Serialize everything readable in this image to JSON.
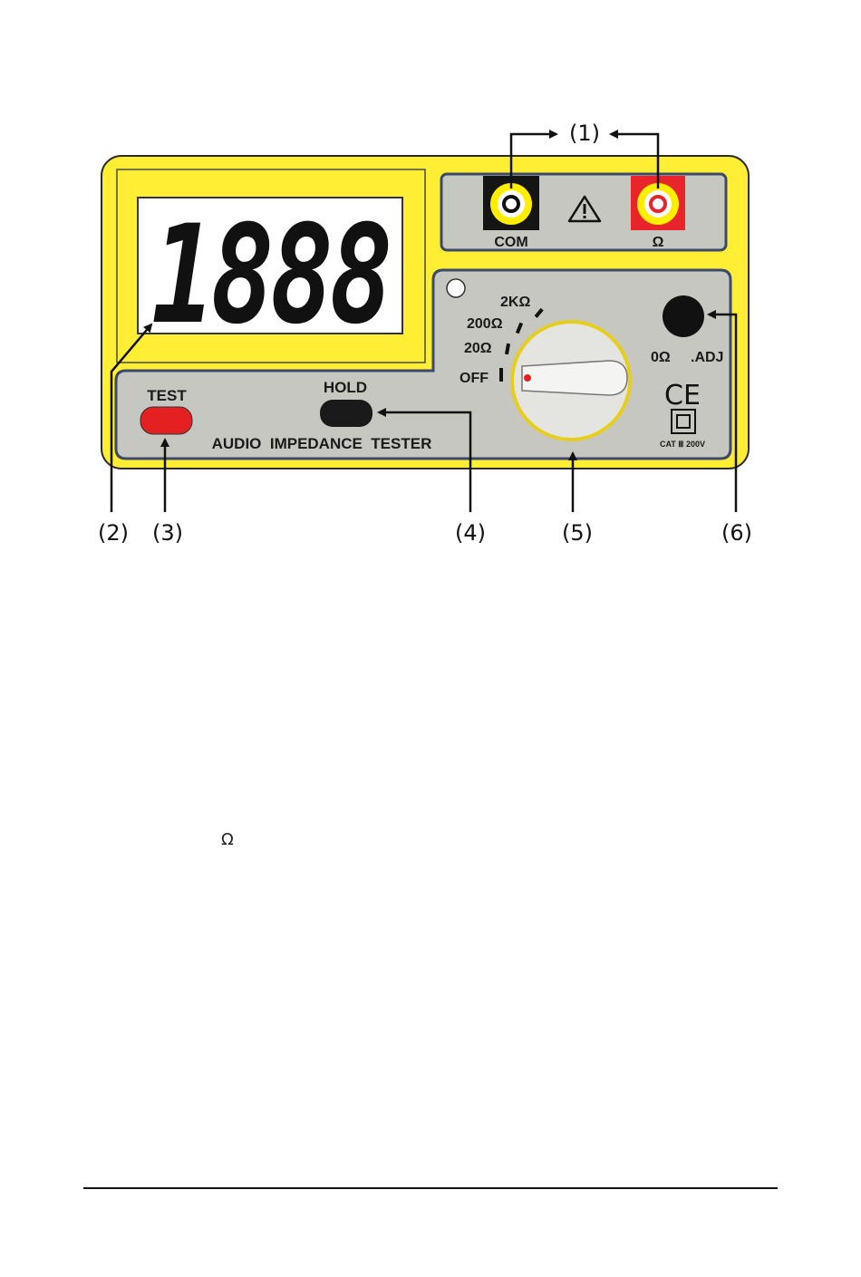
{
  "colors": {
    "case_yellow": "#ffee33",
    "panel_gray": "#c7c7c2",
    "panel_border": "#3b4a6b",
    "test_button": "#e52020",
    "hold_button": "#1a1a1a",
    "com_jack_ring": "#ffee00",
    "ohm_jack_body": "#e8252a"
  },
  "display": {
    "digits": "1888"
  },
  "jacks": {
    "com_label": "COM",
    "ohm_label": "Ω",
    "warning_icon": "warning-triangle-icon"
  },
  "buttons": {
    "test_label": "TEST",
    "hold_label": "HOLD"
  },
  "device_name": "AUDIO  IMPEDANCE  TESTER",
  "range_switch": {
    "positions": [
      "2KΩ",
      "200Ω",
      "20Ω",
      "OFF"
    ]
  },
  "zero_adjust": {
    "label_left": "0Ω",
    "label_right": ".ADJ"
  },
  "markings": {
    "ce": "CE",
    "cat": "CAT Ⅲ 200V"
  },
  "callouts": [
    "(1)",
    "(2)",
    "(3)",
    "(4)",
    "(5)",
    "(6)"
  ],
  "page_text": {
    "omega_note": "Ω"
  }
}
